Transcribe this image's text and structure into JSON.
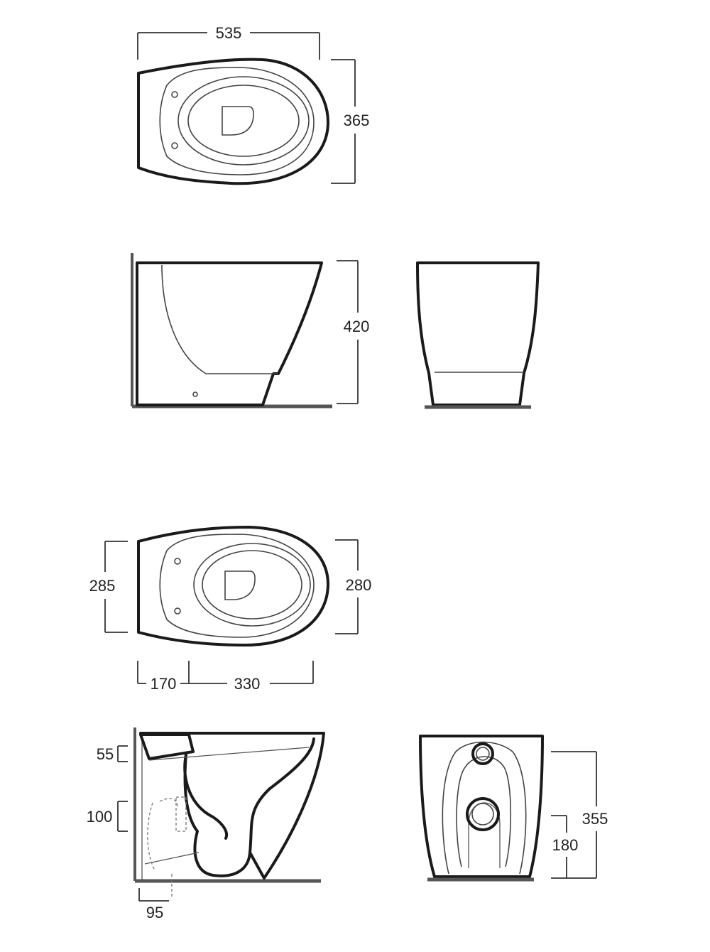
{
  "views": {
    "top_view_1": {
      "dims": {
        "width": "535",
        "depth": "365"
      }
    },
    "side_view": {
      "dims": {
        "height": "420"
      }
    },
    "front_view": {},
    "top_view_2": {
      "dims": {
        "left": "285",
        "right": "280",
        "rear": "170",
        "front": "330"
      }
    },
    "section_view": {
      "dims": {
        "top_offset": "55",
        "outlet_height": "100",
        "wall_offset": "95"
      }
    },
    "rear_view": {
      "dims": {
        "total": "355",
        "outlet": "180"
      }
    }
  },
  "colors": {
    "line": "#1a1a1a",
    "dimension": "#333333",
    "floor": "#555555",
    "background": "#ffffff"
  }
}
